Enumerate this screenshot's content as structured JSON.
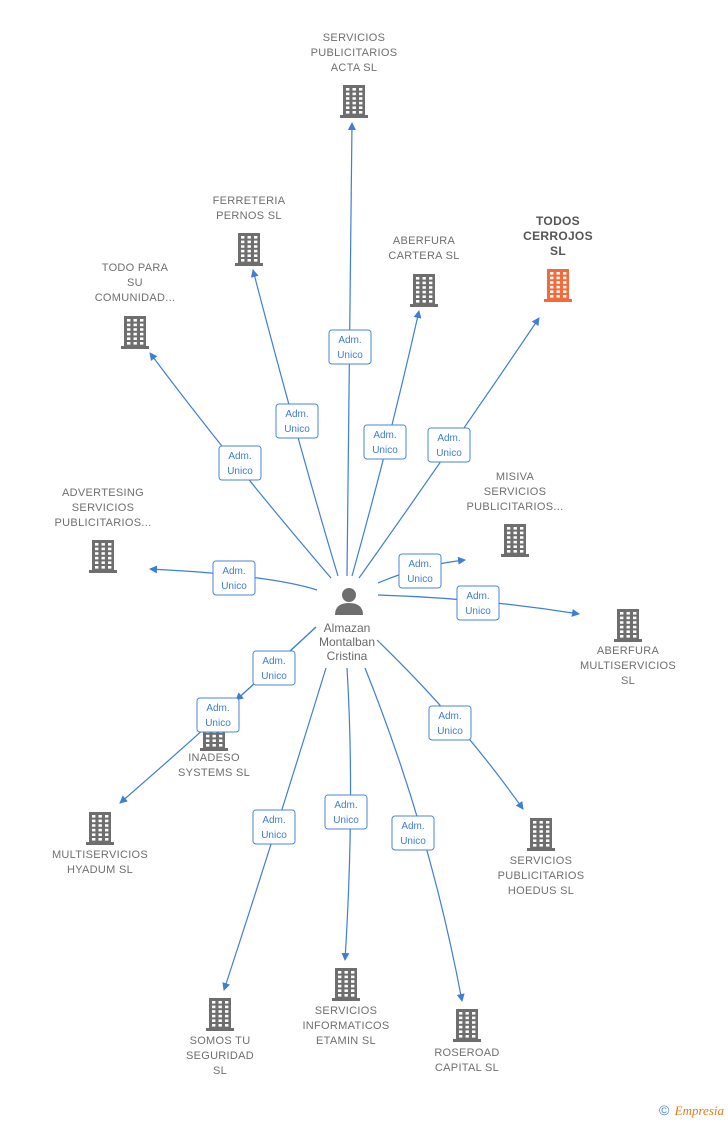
{
  "center": {
    "name_lines": [
      "Almazan",
      "Montalban",
      "Cristina"
    ]
  },
  "relation_lines": [
    "Adm.",
    "Unico"
  ],
  "companies": [
    {
      "id": "acta",
      "lines": [
        "SERVICIOS",
        "PUBLICITARIOS",
        "ACTA  SL"
      ],
      "highlight": false
    },
    {
      "id": "pernos",
      "lines": [
        "FERRETERIA",
        "PERNOS  SL"
      ],
      "highlight": false
    },
    {
      "id": "cartera",
      "lines": [
        "ABERFURA",
        "CARTERA  SL"
      ],
      "highlight": false
    },
    {
      "id": "cerrojos",
      "lines": [
        "TODOS",
        "CERROJOS",
        "SL"
      ],
      "highlight": true
    },
    {
      "id": "comunidad",
      "lines": [
        "TODO PARA",
        "SU",
        "COMUNIDAD..."
      ],
      "highlight": false
    },
    {
      "id": "advertesing",
      "lines": [
        "ADVERTESING",
        "SERVICIOS",
        "PUBLICITARIOS..."
      ],
      "highlight": false
    },
    {
      "id": "misiva",
      "lines": [
        "MISIVA",
        "SERVICIOS",
        "PUBLICITARIOS..."
      ],
      "highlight": false
    },
    {
      "id": "multiserv",
      "lines": [
        "ABERFURA",
        "MULTISERVICIOS",
        "SL"
      ],
      "highlight": false
    },
    {
      "id": "inadeso",
      "lines": [
        "INADESO",
        "SYSTEMS  SL"
      ],
      "highlight": false
    },
    {
      "id": "hyadum",
      "lines": [
        "MULTISERVICIOS",
        "HYADUM  SL"
      ],
      "highlight": false
    },
    {
      "id": "hoedus",
      "lines": [
        "SERVICIOS",
        "PUBLICITARIOS",
        "HOEDUS  SL"
      ],
      "highlight": false
    },
    {
      "id": "somos",
      "lines": [
        "SOMOS TU",
        "SEGURIDAD",
        "SL"
      ],
      "highlight": false
    },
    {
      "id": "etamin",
      "lines": [
        "SERVICIOS",
        "INFORMATICOS",
        "ETAMIN  SL"
      ],
      "highlight": false
    },
    {
      "id": "roseroad",
      "lines": [
        "ROSEROAD",
        "CAPITAL  SL"
      ],
      "highlight": false
    }
  ],
  "colors": {
    "edge": "#3f7ed4",
    "building": "#6e6e6e",
    "building_highlight": "#f26b3a"
  },
  "footer": {
    "copyright": "©",
    "brand": "Empresia"
  }
}
